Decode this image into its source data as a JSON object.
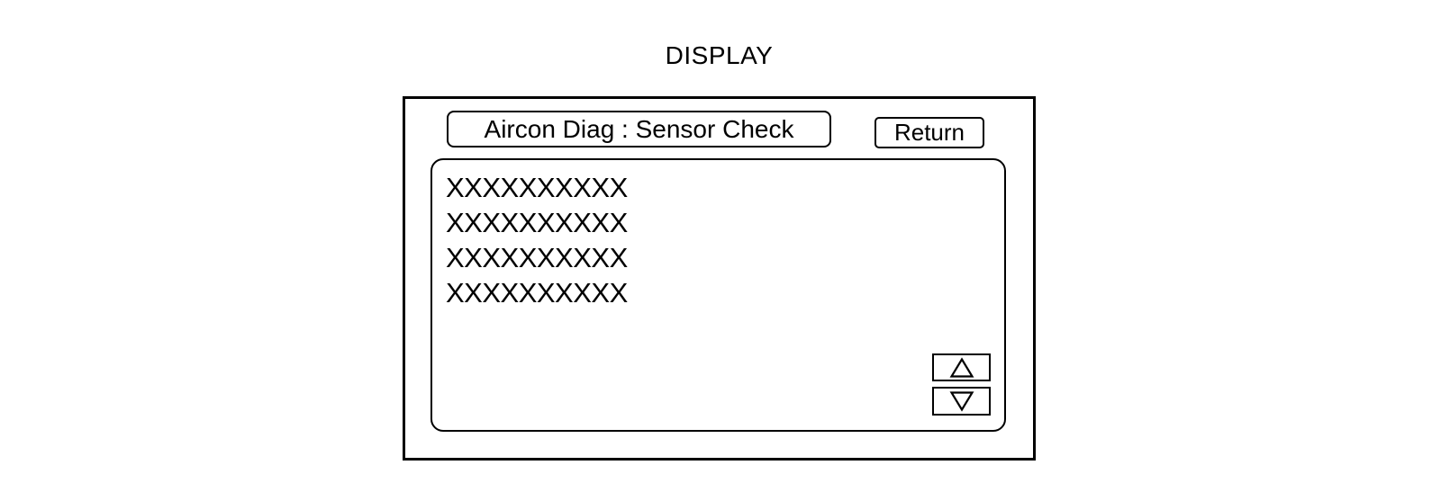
{
  "figure": {
    "caption": "DISPLAY"
  },
  "screen": {
    "title": "Aircon Diag : Sensor Check",
    "return_label": "Return",
    "list_rows": [
      "XXXXXXXXXX",
      "XXXXXXXXXX",
      "XXXXXXXXXX",
      "XXXXXXXXXX"
    ],
    "icons": {
      "scroll_up": "up-triangle",
      "scroll_down": "down-triangle"
    },
    "colors": {
      "ink": "#000000",
      "background": "#ffffff"
    }
  }
}
